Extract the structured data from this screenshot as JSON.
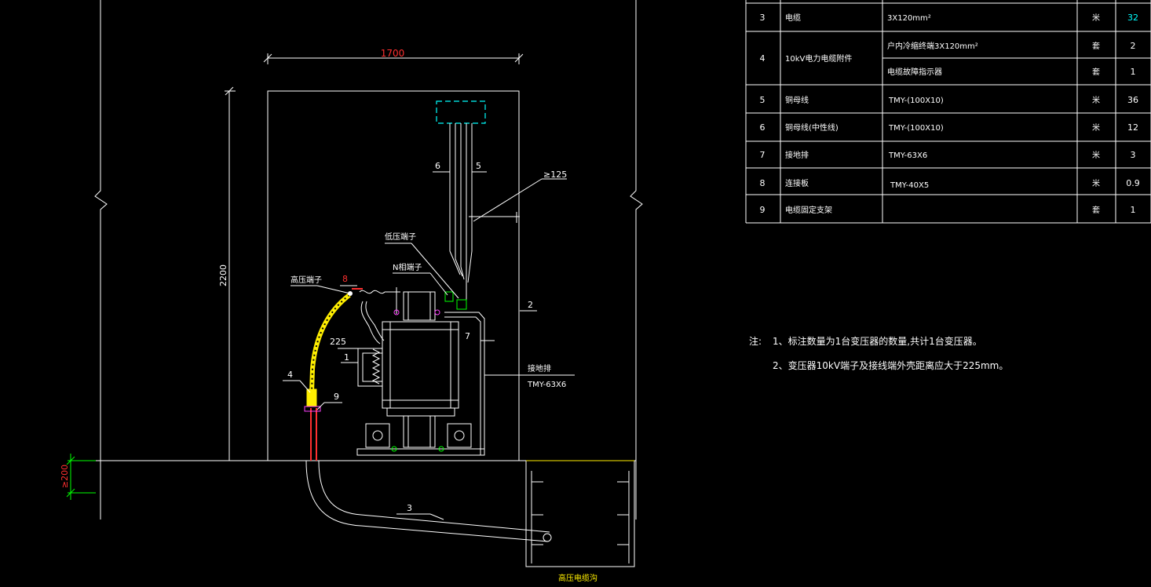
{
  "dimensions": {
    "width_label": "1700",
    "height_label": "2200",
    "clearance_label": "≥125",
    "offset_label": "225",
    "depth_label": "≥200"
  },
  "labels": {
    "high_voltage_terminal": "高压端子",
    "low_voltage_terminal": "低压端子",
    "neutral_terminal": "N相端子",
    "ground_bus": "接地排",
    "ground_bus_spec": "TMY-63X6",
    "trench": "高压电缆沟",
    "callouts": [
      "1",
      "2",
      "3",
      "4",
      "5",
      "6",
      "7",
      "8",
      "9"
    ]
  },
  "table": {
    "rows": [
      {
        "no": "3",
        "name": "电缆",
        "spec": "3X120mm²",
        "unit": "米",
        "qty": "32"
      },
      {
        "no": "4",
        "name": "10kV电力电缆附件",
        "spec": "户内冷缩终端3X120mm²",
        "unit": "套",
        "qty": "2"
      },
      {
        "no": "",
        "name": "",
        "spec": "电缆故障指示器",
        "unit": "套",
        "qty": "1"
      },
      {
        "no": "5",
        "name": "铜母线",
        "spec": "TMY-(100X10)",
        "unit": "米",
        "qty": "36"
      },
      {
        "no": "6",
        "name": "铜母线(中性线)",
        "spec": "TMY-(100X10)",
        "unit": "米",
        "qty": "12"
      },
      {
        "no": "7",
        "name": "接地排",
        "spec": "TMY-63X6",
        "unit": "米",
        "qty": "3"
      },
      {
        "no": "8",
        "name": "连接板",
        "spec": "TMY-40X5",
        "unit": "米",
        "qty": "0.9"
      },
      {
        "no": "9",
        "name": "电缆固定支架",
        "spec": "",
        "unit": "套",
        "qty": "1"
      }
    ]
  },
  "notes": {
    "prefix": "注:",
    "line1": "1、标注数量为1台变压器的数量,共计1台变压器。",
    "line2": "2、变压器10kV端子及接线端外壳距离应大于225mm。"
  },
  "colors": {
    "background": "#000000",
    "line": "#ffffff",
    "cable_yellow": "#ffee00",
    "dim_red": "#ff2020",
    "dim_green": "#00ff00",
    "cyan": "#00ffff",
    "trench_label": "#ffff00"
  }
}
